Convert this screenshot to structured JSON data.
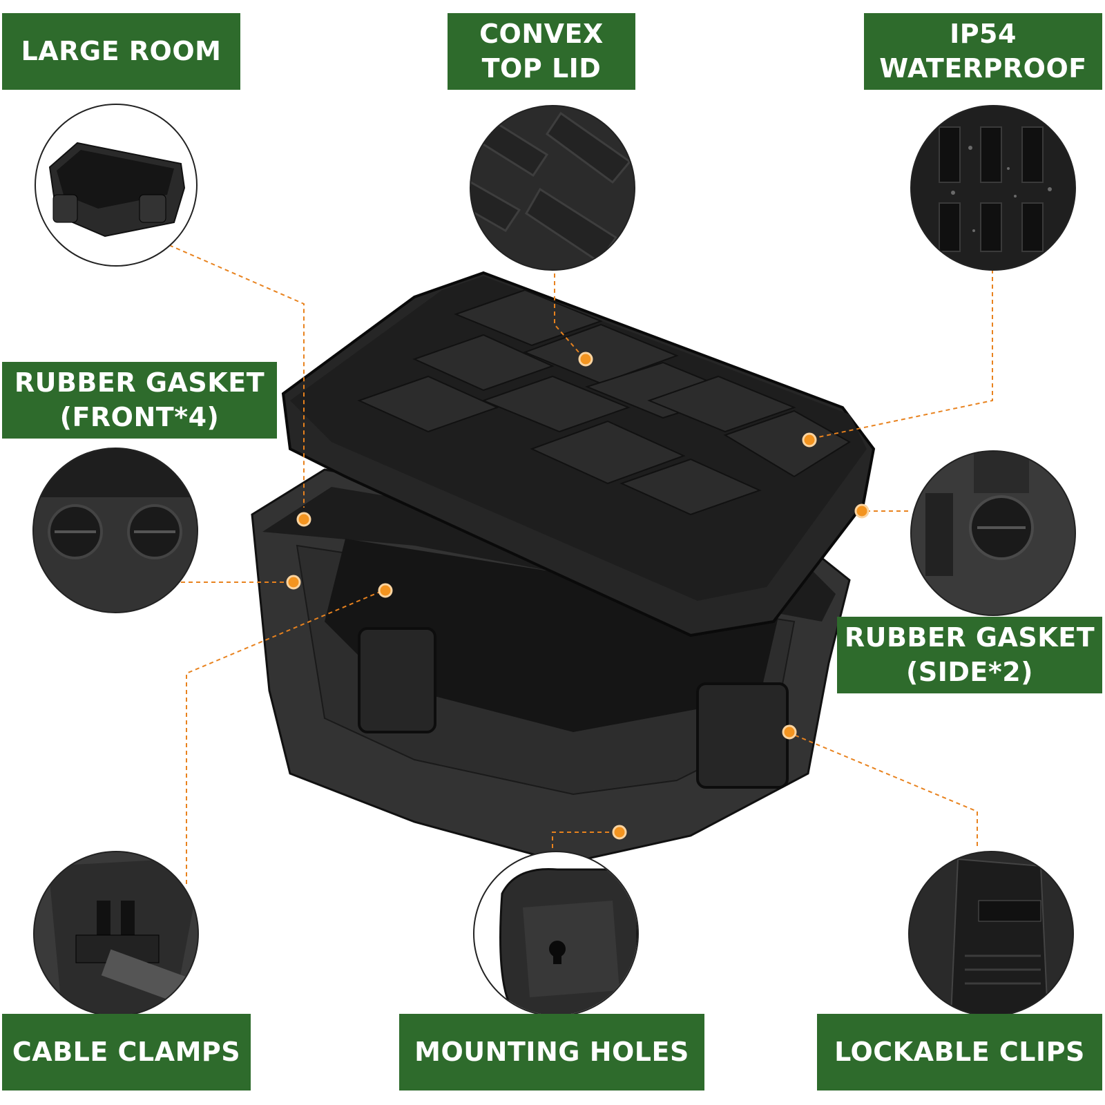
{
  "labels": {
    "large_room": "LARGE ROOM",
    "convex_lid_1": "CONVEX",
    "convex_lid_2": "TOP LID",
    "ip54_1": "IP54",
    "ip54_2": "WATERPROOF",
    "gasket_front_1": "RUBBER GASKET",
    "gasket_front_2": "(FRONT*4)",
    "gasket_side_1": "RUBBER GASKET",
    "gasket_side_2": "(SIDE*2)",
    "cable_clamps": "CABLE CLAMPS",
    "mounting_holes": "MOUNTING HOLES",
    "lockable_clips": "LOCKABLE CLIPS"
  },
  "colors": {
    "label_bg": "#2e6b2c",
    "label_text": "#ffffff",
    "callout_line": "#e8821e",
    "callout_dot": "#f39420",
    "product": "#2b2b2b"
  },
  "icons": {
    "callout_marker": "orange-dot-icon"
  }
}
